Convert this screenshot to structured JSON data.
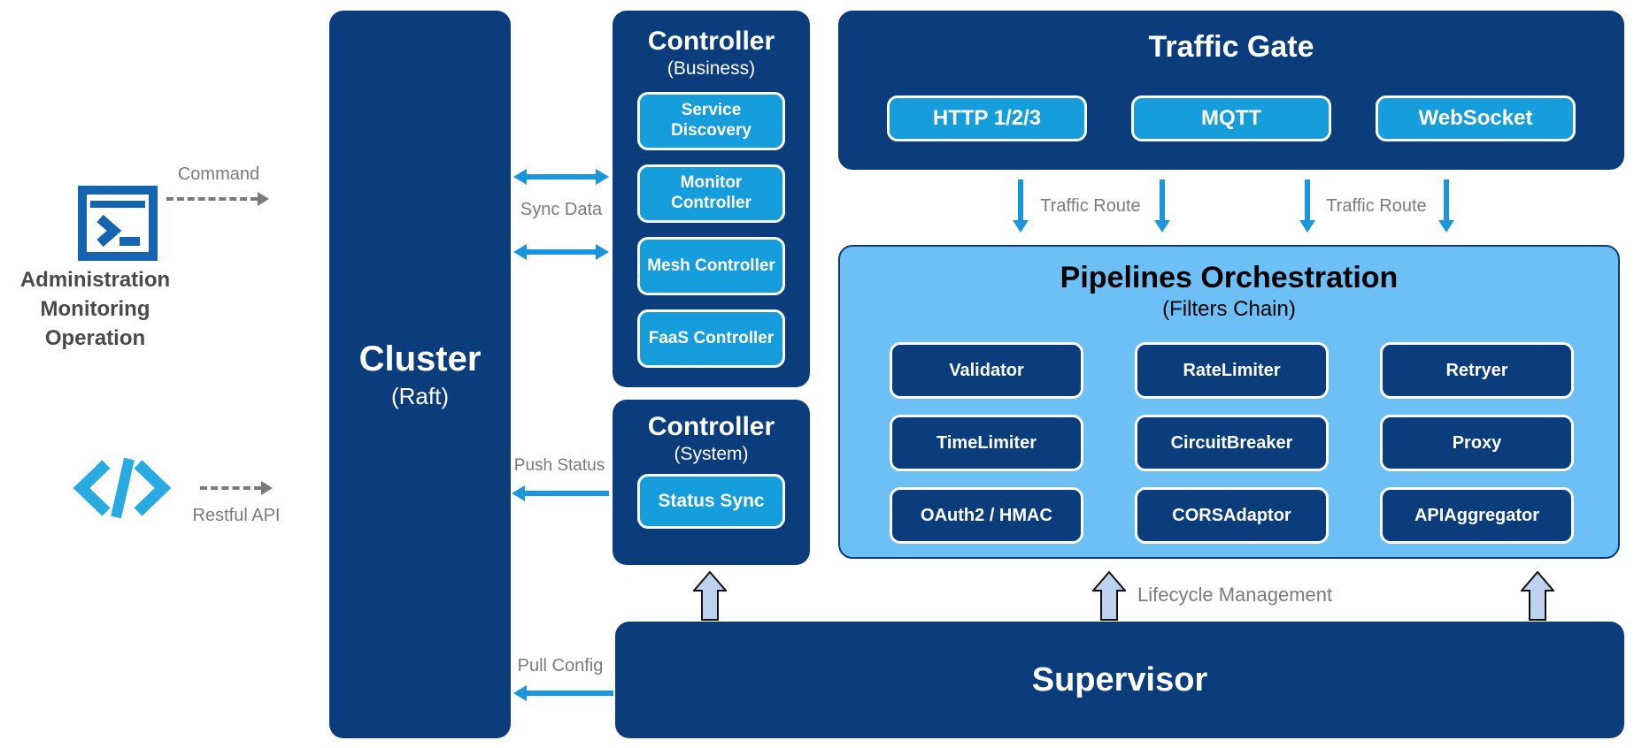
{
  "colors": {
    "navy": "#0B3D7D",
    "btnBlue": "#169DDC",
    "panelBlue": "#6DC0F6",
    "arrowBlue": "#1A96DC",
    "hollowFill": "#BCD2EF",
    "grayText": "#7B7B7B",
    "darkText": "#4A4A4A",
    "iconBlue": "#1464B0",
    "codeBlue": "#29ABE2"
  },
  "icons": {
    "admin": "terminal-window-icon",
    "api": "code-brackets-icon"
  },
  "admin": {
    "command_label": "Command",
    "lines": [
      "Administration",
      "Monitoring",
      "Operation"
    ],
    "restful_label": "Restful API"
  },
  "cluster": {
    "title": "Cluster",
    "subtitle": "(Raft)"
  },
  "sync": {
    "label": "Sync Data"
  },
  "controller_business": {
    "title": "Controller",
    "subtitle": "(Business)",
    "items": [
      "Service Discovery",
      "Monitor Controller",
      "Mesh Controller",
      "FaaS Controller"
    ]
  },
  "controller_system": {
    "title": "Controller",
    "subtitle": "(System)",
    "items": [
      "Status Sync"
    ]
  },
  "labels": {
    "push_status": "Push Status",
    "pull_config": "Pull Config"
  },
  "traffic_gate": {
    "title": "Traffic Gate",
    "protocols": [
      "HTTP 1/2/3",
      "MQTT",
      "WebSocket"
    ]
  },
  "traffic_route": {
    "labels": [
      "Traffic Route",
      "Traffic Route"
    ]
  },
  "pipelines": {
    "title": "Pipelines Orchestration",
    "subtitle": "(Filters Chain)",
    "filters": [
      "Validator",
      "RateLimiter",
      "Retryer",
      "TimeLimiter",
      "CircuitBreaker",
      "Proxy",
      "OAuth2 / HMAC",
      "CORSAdaptor",
      "APIAggregator"
    ]
  },
  "supervisor": {
    "title": "Supervisor"
  },
  "lifecycle": {
    "label": "Lifecycle Management"
  }
}
